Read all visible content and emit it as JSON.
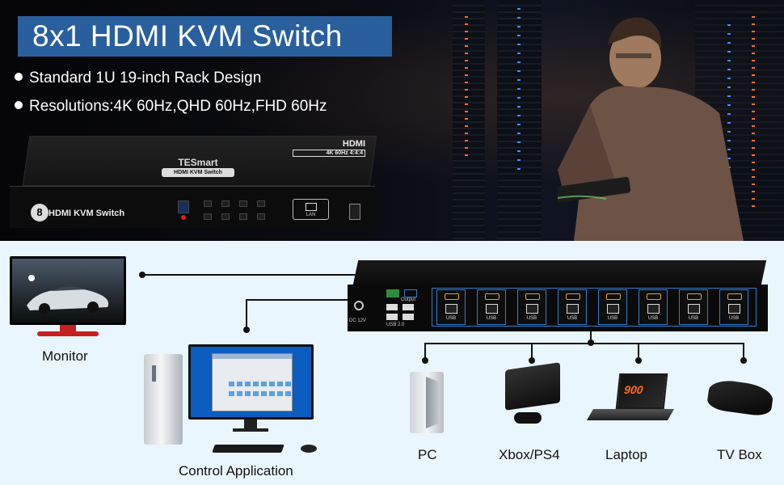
{
  "banner": {
    "title": "8x1 HDMI KVM Switch",
    "bullets": [
      "Standard 1U 19-inch Rack Design",
      "Resolutions:4K 60Hz,QHD 60Hz,FHD 60Hz"
    ],
    "device": {
      "brand": "TESmart",
      "model": "HDMI KVM Switch",
      "hdmi_logo": "HDMI",
      "hdmi_spec": "4K 60Hz 4:4:4",
      "front_label": "HDMI KVM Switch",
      "front_number": "8",
      "lan_label": "LAN"
    },
    "colors": {
      "title_box": "#2a5f9e",
      "background": "#0a0c14"
    }
  },
  "diagram": {
    "background": "#eaf6fd",
    "labels": {
      "monitor": "Monitor",
      "control_application": "Control Application",
      "pc": "PC",
      "console": "Xbox/PS4",
      "laptop": "Laptop",
      "tv_box": "TV Box"
    },
    "rear_ports": [
      {
        "usb_label": "USB"
      },
      {
        "usb_label": "USB"
      },
      {
        "usb_label": "USB"
      },
      {
        "usb_label": "USB"
      },
      {
        "usb_label": "USB"
      },
      {
        "usb_label": "USB"
      },
      {
        "usb_label": "USB"
      },
      {
        "usb_label": "USB"
      }
    ],
    "rear_labels": {
      "dc": "DC 12V",
      "usb": "USB 2.0",
      "output": "Output"
    },
    "laptop_screen_text": "900"
  }
}
